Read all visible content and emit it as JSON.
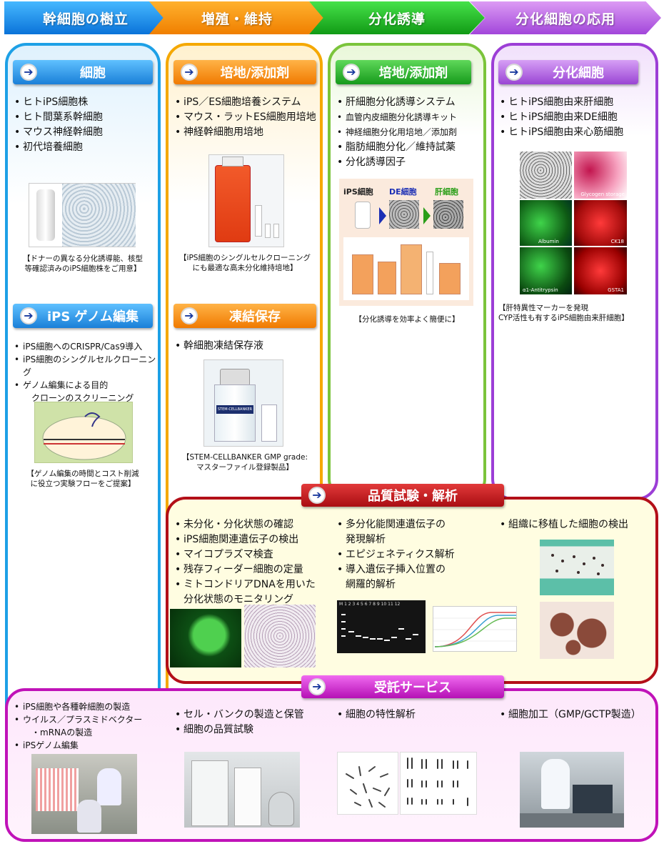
{
  "steps": [
    "幹細胞の樹立",
    "増殖・維持",
    "分化誘導",
    "分化細胞の応用"
  ],
  "col1": {
    "h1": "細胞",
    "items1": [
      "ヒトiPS細胞株",
      "ヒト間葉系幹細胞",
      "マウス神経幹細胞",
      "初代培養細胞"
    ],
    "cap1a": "【ドナーの異なる分化誘導能、核型",
    "cap1b": "等確認済みのiPS細胞株をご用意】",
    "h2": "iPS ゲノム編集",
    "items2": [
      "iPS細胞へのCRISPR/Cas9導入",
      "iPS細胞のシングルセルクローニング",
      "ゲノム編集による目的",
      "クローンのスクリーニング"
    ],
    "cap2a": "【ゲノム編集の時間とコスト削減",
    "cap2b": "に役立つ実験フローをご提案】"
  },
  "col2": {
    "h1": "培地/添加剤",
    "items1": [
      "iPS／ES細胞培養システム",
      "マウス・ラットES細胞用培地",
      "神経幹細胞用培地"
    ],
    "cap1a": "【iPS細胞のシングルセルクローニング",
    "cap1b": "にも最適な高未分化維持培地】",
    "h2": "凍結保存",
    "items2": [
      "幹細胞凍結保存液"
    ],
    "bottle_label": "STEM-CELLBANKER",
    "cap2a": "【STEM-CELLBANKER GMP grade:",
    "cap2b": "マスターファイル登録製品】"
  },
  "col3": {
    "h1": "培地/添加剤",
    "items1": [
      "肝細胞分化誘導システム",
      "血管内皮細胞分化誘導キット",
      "神経細胞分化用培地／添加剤",
      "脂肪細胞分化／維持試薬",
      "分化誘導因子"
    ],
    "flow": [
      "iPS細胞",
      "DE細胞",
      "肝細胞"
    ],
    "cap1": "【分化誘導を効率よく簡便に】"
  },
  "col4": {
    "h1": "分化細胞",
    "items1": [
      "ヒトiPS細胞由来肝細胞",
      "ヒトiPS細胞由来DE細胞",
      "ヒトiPS細胞由来心筋細胞"
    ],
    "stains": [
      "",
      "Glycogen storage",
      "Albumin",
      "CK18",
      "α1-Antitrypsin",
      "GSTA1"
    ],
    "cap1a": "【肝特異性マーカーを発現",
    "cap1b": "CYP活性も有するiPS細胞由来肝細胞】"
  },
  "quality": {
    "title": "品質試験・解析",
    "a": [
      "未分化・分化状態の確認",
      "iPS細胞関連遺伝子の検出",
      "マイコプラズマ検査",
      "残存フィーダー細胞の定量",
      "ミトコンドリアDNAを用いた",
      "分化状態のモニタリング"
    ],
    "b": [
      "多分化能関連遺伝子の",
      "発現解析",
      "エピジェネティクス解析",
      "導入遺伝子挿入位置の",
      "網羅的解析"
    ],
    "c": [
      "組織に移植した細胞の検出"
    ],
    "gel_labels": "M 1 2 3 4 5 6 7 8 9 10 11 12"
  },
  "service": {
    "title": "受託サービス",
    "a": [
      "iPS細胞や各種幹細胞の製造",
      "ウイルス／プラスミドベクター",
      "・mRNAの製造",
      "iPSゲノム編集"
    ],
    "b": [
      "セル・バンクの製造と保管",
      "細胞の品質試験"
    ],
    "c": [
      "細胞の特性解析"
    ],
    "d": [
      "細胞加工（GMP/GCTP製造）"
    ]
  }
}
